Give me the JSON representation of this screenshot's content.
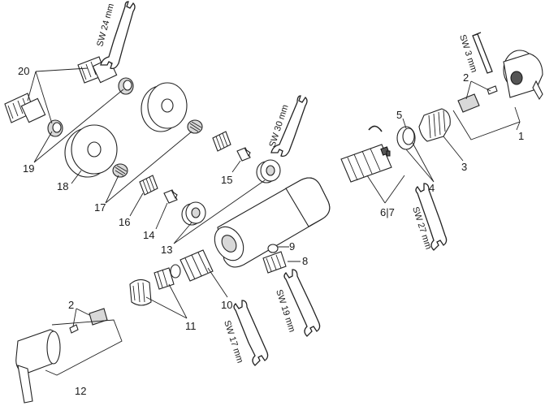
{
  "part_numbers": {
    "p1": "1",
    "p2_top": "2",
    "p3": "3",
    "p4": "4",
    "p5": "5",
    "p6_7": "6|7",
    "p8": "8",
    "p9": "9",
    "p10": "10",
    "p11": "11",
    "p12": "12",
    "p13": "13",
    "p14": "14",
    "p15": "15",
    "p16": "16",
    "p17": "17",
    "p18": "18",
    "p19": "19",
    "p20": "20",
    "p2_bottom": "2"
  },
  "wrench_sizes": {
    "sw24": "SW 24 mm",
    "sw3": "SW 3 mm",
    "sw30": "SW 30 mm",
    "sw27": "SW 27 mm",
    "sw19": "SW 19 mm",
    "sw17": "SW 17 mm"
  },
  "colors": {
    "line": "#222222",
    "shade": "#d8d8d8",
    "background": "#ffffff"
  }
}
